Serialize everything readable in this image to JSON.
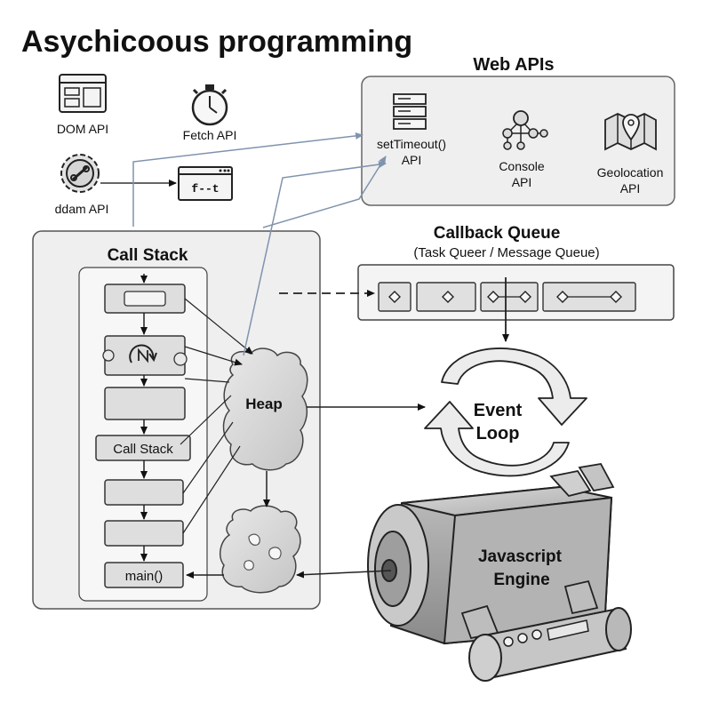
{
  "title": "Asychicoous programming",
  "apis_left": {
    "dom_api": "DOM API",
    "fetch_api": "Fetch API",
    "ddam_api": "ddam API",
    "panel_glyph": "f--t"
  },
  "web_apis": {
    "title": "Web APIs",
    "set_timeout_line1": "setTimeout()",
    "set_timeout_line2": "API",
    "console_line1": "Console",
    "console_line2": "API",
    "geolocation_line1": "Geolocation",
    "geolocation_line2": "API"
  },
  "callback_queue": {
    "title": "Callback Queue",
    "subtitle": "(Task Queer / Message Queue)"
  },
  "call_stack": {
    "title": "Call Stack",
    "frame_label": "Call Stack",
    "main_label": "main()"
  },
  "heap": {
    "label": "Heap"
  },
  "event_loop": {
    "line1": "Event",
    "line2": "Loop"
  },
  "engine": {
    "line1": "Javascript",
    "line2": "Engine"
  },
  "icons": [
    "dom-window-icon",
    "stopwatch-icon",
    "gear-link-icon",
    "terminal-window-icon",
    "server-stack-icon",
    "network-nodes-icon",
    "map-pin-icon"
  ],
  "colors": {
    "arrow_blue": "#7f93ad",
    "panel_fill": "#efefef",
    "frame_fill": "#dedede"
  }
}
